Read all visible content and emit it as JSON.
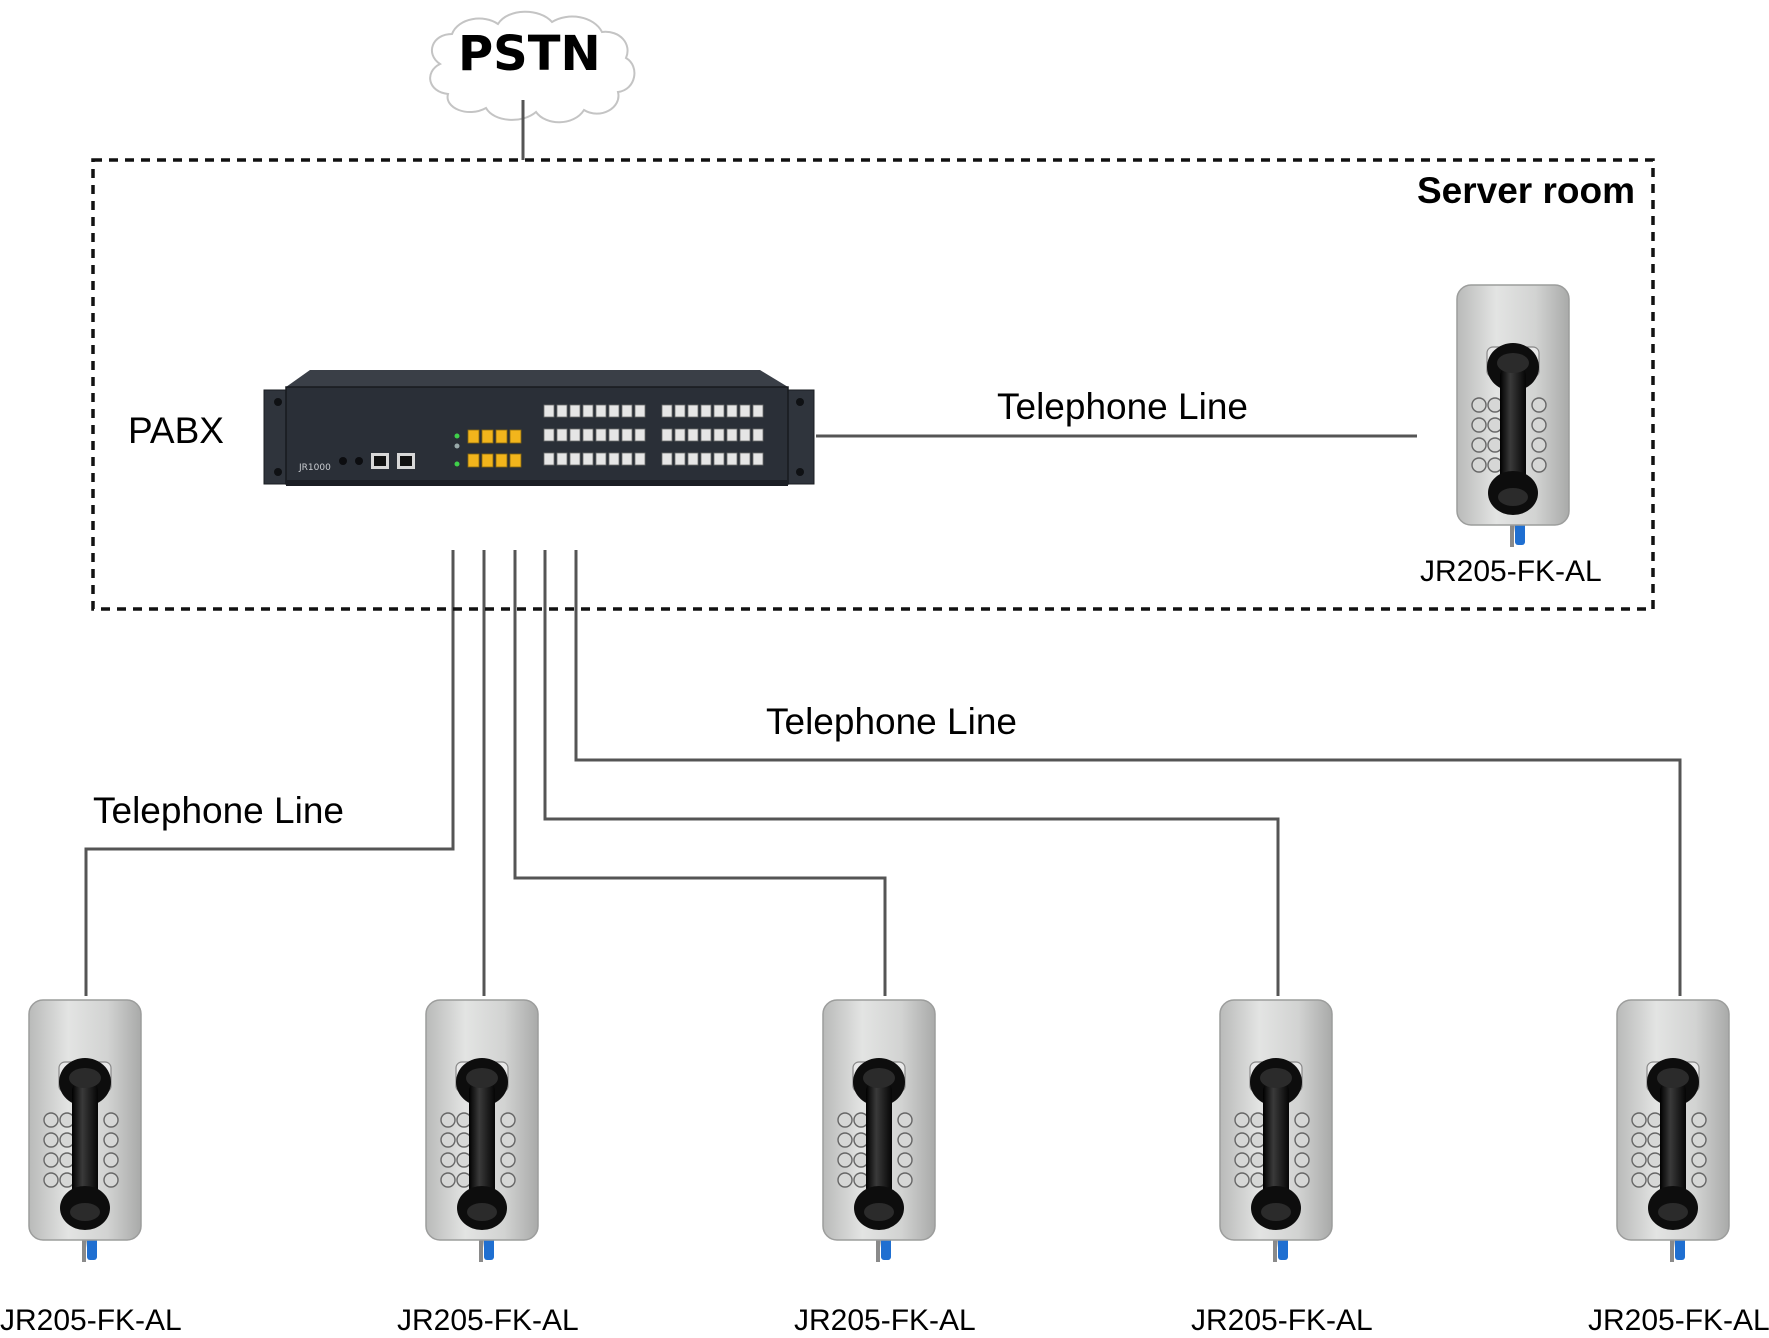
{
  "cloud_label": "PSTN",
  "server_room_label": "Server room",
  "pabx": {
    "label": "PABX",
    "model_text": "JR1000"
  },
  "line_labels": {
    "server_room_line": "Telephone Line",
    "middle_line": "Telephone Line",
    "left_line": "Telephone Line"
  },
  "phones": [
    {
      "model": "JR205-FK-AL"
    },
    {
      "model": "JR205-FK-AL"
    },
    {
      "model": "JR205-FK-AL"
    },
    {
      "model": "JR205-FK-AL"
    },
    {
      "model": "JR205-FK-AL"
    },
    {
      "model": "JR205-FK-AL"
    }
  ],
  "colors": {
    "line": "#555555",
    "device_body": "#2a2f37",
    "trunk_ports": "#f2b51c",
    "phone_plate": "#cfd0cf",
    "handset": "#111111",
    "cord": "#1f6fd1"
  }
}
